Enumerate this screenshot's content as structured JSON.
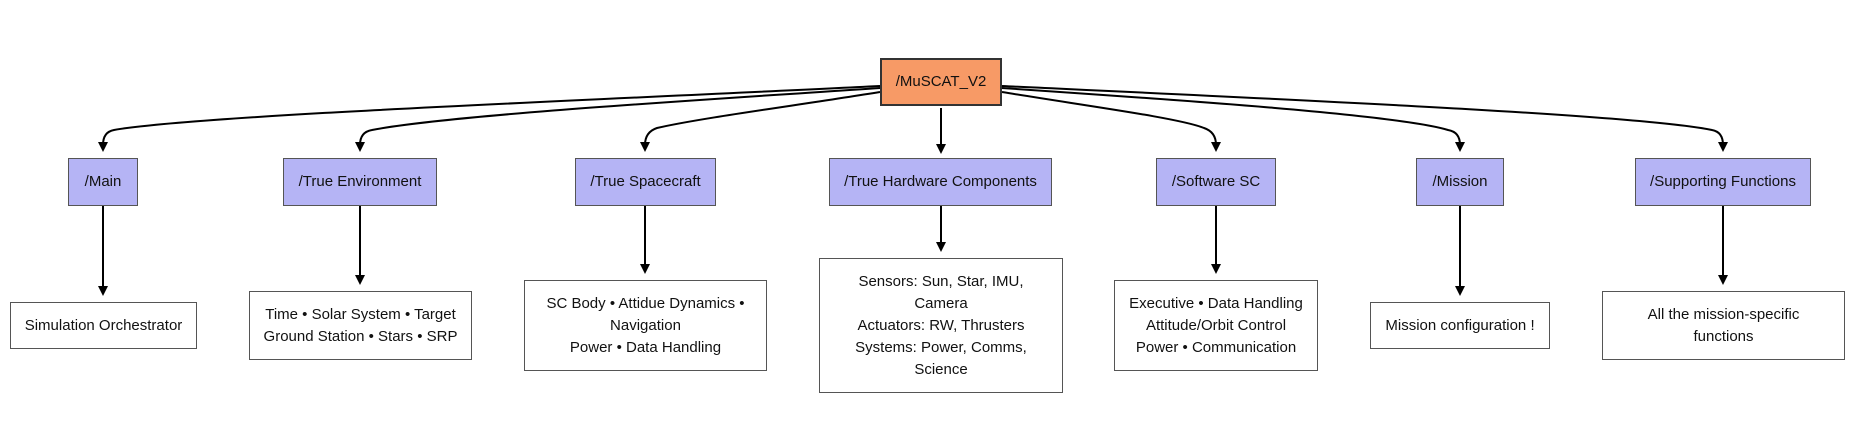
{
  "root": {
    "label": "/MuSCAT_V2"
  },
  "folders": [
    {
      "label": "/Main",
      "desc": [
        "Simulation Orchestrator"
      ]
    },
    {
      "label": "/True Environment",
      "desc": [
        "Time • Solar System • Target",
        "Ground Station • Stars • SRP"
      ]
    },
    {
      "label": "/True Spacecraft",
      "desc": [
        "SC Body • Attidue Dynamics •",
        "Navigation",
        "Power • Data Handling"
      ]
    },
    {
      "label": "/True Hardware Components",
      "desc": [
        "Sensors: Sun, Star, IMU,",
        "Camera",
        "Actuators: RW, Thrusters",
        "Systems: Power, Comms,",
        "Science"
      ]
    },
    {
      "label": "/Software SC",
      "desc": [
        "Executive • Data Handling",
        "Attitude/Orbit Control",
        "Power • Communication"
      ]
    },
    {
      "label": "/Mission",
      "desc": [
        "Mission configuration !"
      ]
    },
    {
      "label": "/Supporting Functions",
      "desc": [
        "All the mission-specific",
        "functions"
      ]
    }
  ],
  "colors": {
    "root_fill": "#f79a66",
    "folder_fill": "#b5b4f5",
    "edge": "#000000"
  }
}
